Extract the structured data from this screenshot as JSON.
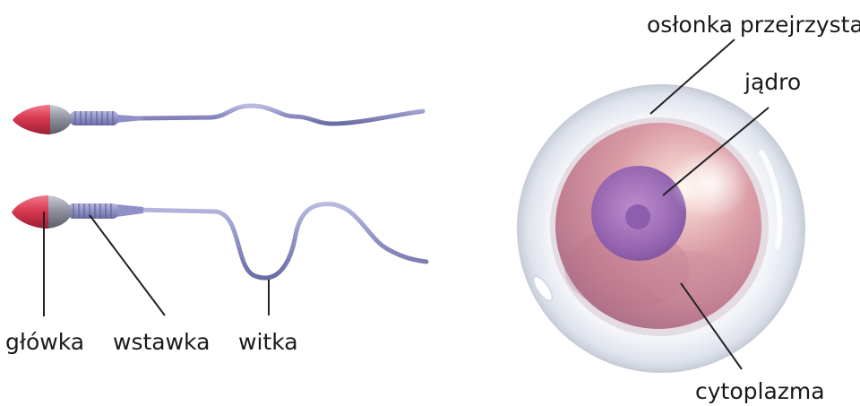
{
  "sperm_labels": {
    "head": "główka",
    "midpiece": "wstawka",
    "tail": "witka"
  },
  "egg_labels": {
    "zona_pellucida": "osłonka przejrzysta",
    "nucleus": "jądro",
    "cytoplasm": "cytoplazma"
  },
  "colors": {
    "head_red": "#d83a52",
    "head_grey": "#8a8c98",
    "tail": "#8f91c6",
    "zona": "#e9ecf2",
    "cytoplasm": "#d9a0a6",
    "nucleus": "#9a6bb8",
    "leader_line": "#222222"
  }
}
